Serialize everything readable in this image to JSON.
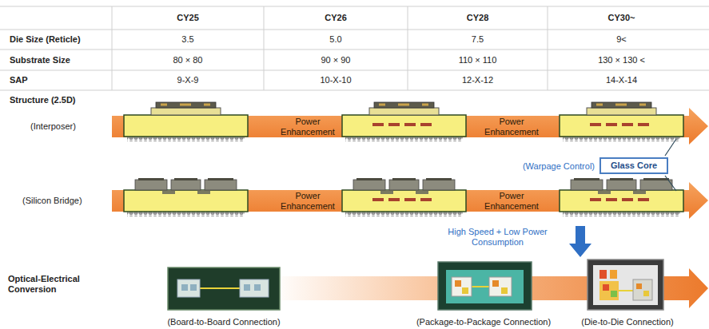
{
  "diagram": {
    "nodes": [
      {
        "text": [
          "Glass Core"
        ]
      }
    ],
    "labels": [
      "CY25",
      "CY26",
      "CY28",
      "CY30~",
      "Die Size (Reticle)",
      "3.5",
      "5.0",
      "7.5",
      "9<",
      "Substrate Size",
      "80 × 80",
      "90 × 90",
      "110 × 110",
      "130 × 130 <",
      "SAP",
      "9-X-9",
      "10-X-10",
      "12-X-12",
      "14-X-14",
      "Structure (2.5D)",
      "(Interposer)",
      "Power Enhancement",
      "Power Enhancement",
      "(Warpage Control)",
      "(Silicon Bridge)",
      "Power Enhancement",
      "Power Enhancement",
      "High Speed + Low Power Consumption",
      "Optical-Electrical Conversion",
      "(Board-to-Board Connection)",
      "(Package-to-Package Connection)",
      "(Die-to-Die Connection)"
    ]
  }
}
